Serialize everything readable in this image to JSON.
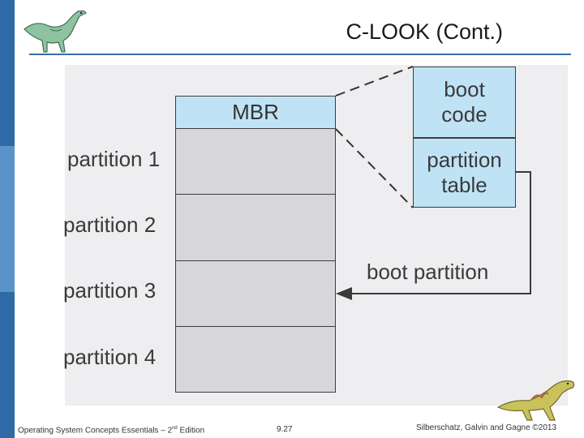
{
  "slide": {
    "title": "C-LOOK (Cont.)"
  },
  "diagram": {
    "mbr_label": "MBR",
    "partitions": [
      "partition 1",
      "partition 2",
      "partition 3",
      "partition 4"
    ],
    "boot_code_lines": [
      "boot",
      "code"
    ],
    "partition_table_lines": [
      "partition",
      "table"
    ],
    "boot_partition_label": "boot partition"
  },
  "footer": {
    "left_prefix": "Operating System Concepts Essentials – 2",
    "left_sup": "nd",
    "left_suffix": " Edition",
    "page": "9.27",
    "right": "Silberschatz, Galvin and Gagne ©2013"
  },
  "icons": {
    "top_left": "dinosaur-icon",
    "bottom_right": "dinosaur-icon"
  },
  "colors": {
    "accent": "#2e6aa6",
    "box_fill": "#bfe3f5",
    "partition_fill": "#d7d7d9"
  }
}
